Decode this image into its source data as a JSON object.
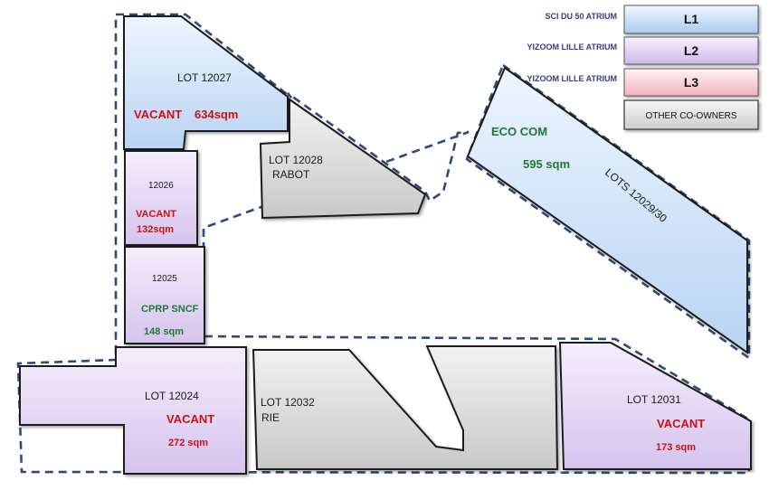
{
  "colors": {
    "L1": "#cfe2f9",
    "L2": "#e3d5f3",
    "L3": "#f7d3d6",
    "other": "#dcdcdc",
    "vacant_text": "#d01010",
    "occupied_text": "#1f7a35",
    "boundary": "#2d4a7c"
  },
  "legend": [
    {
      "label": "SCI DU 50 ATRIUM",
      "key": "L1"
    },
    {
      "label": "YIZOOM LILLE  ATRIUM",
      "key": "L2"
    },
    {
      "label": "YIZOOM LILLE  ATRIUM",
      "key": "L3"
    },
    {
      "label": "",
      "key": "OTHER CO-OWNERS"
    }
  ],
  "lots": {
    "lot_12027": {
      "name": "LOT 12027",
      "status": "VACANT",
      "area": "634sqm"
    },
    "lot_12028": {
      "name": "LOT 12028",
      "tenant": "RABOT"
    },
    "lot_12026": {
      "name": "12026",
      "status": "VACANT",
      "area": "132sqm"
    },
    "lot_12025": {
      "name": "12025",
      "tenant": "CPRP SNCF",
      "area": "148 sqm"
    },
    "lot_12029": {
      "name": "LOTS 12029/30",
      "tenant": "ECO COM",
      "area": "595  sqm"
    },
    "lot_12024": {
      "name": "LOT 12024",
      "status": "VACANT",
      "area": "272 sqm"
    },
    "lot_12032": {
      "name": "LOT 12032",
      "tenant": "RIE"
    },
    "lot_12031": {
      "name": "LOT 12031",
      "status": "VACANT",
      "area": "173 sqm"
    }
  }
}
